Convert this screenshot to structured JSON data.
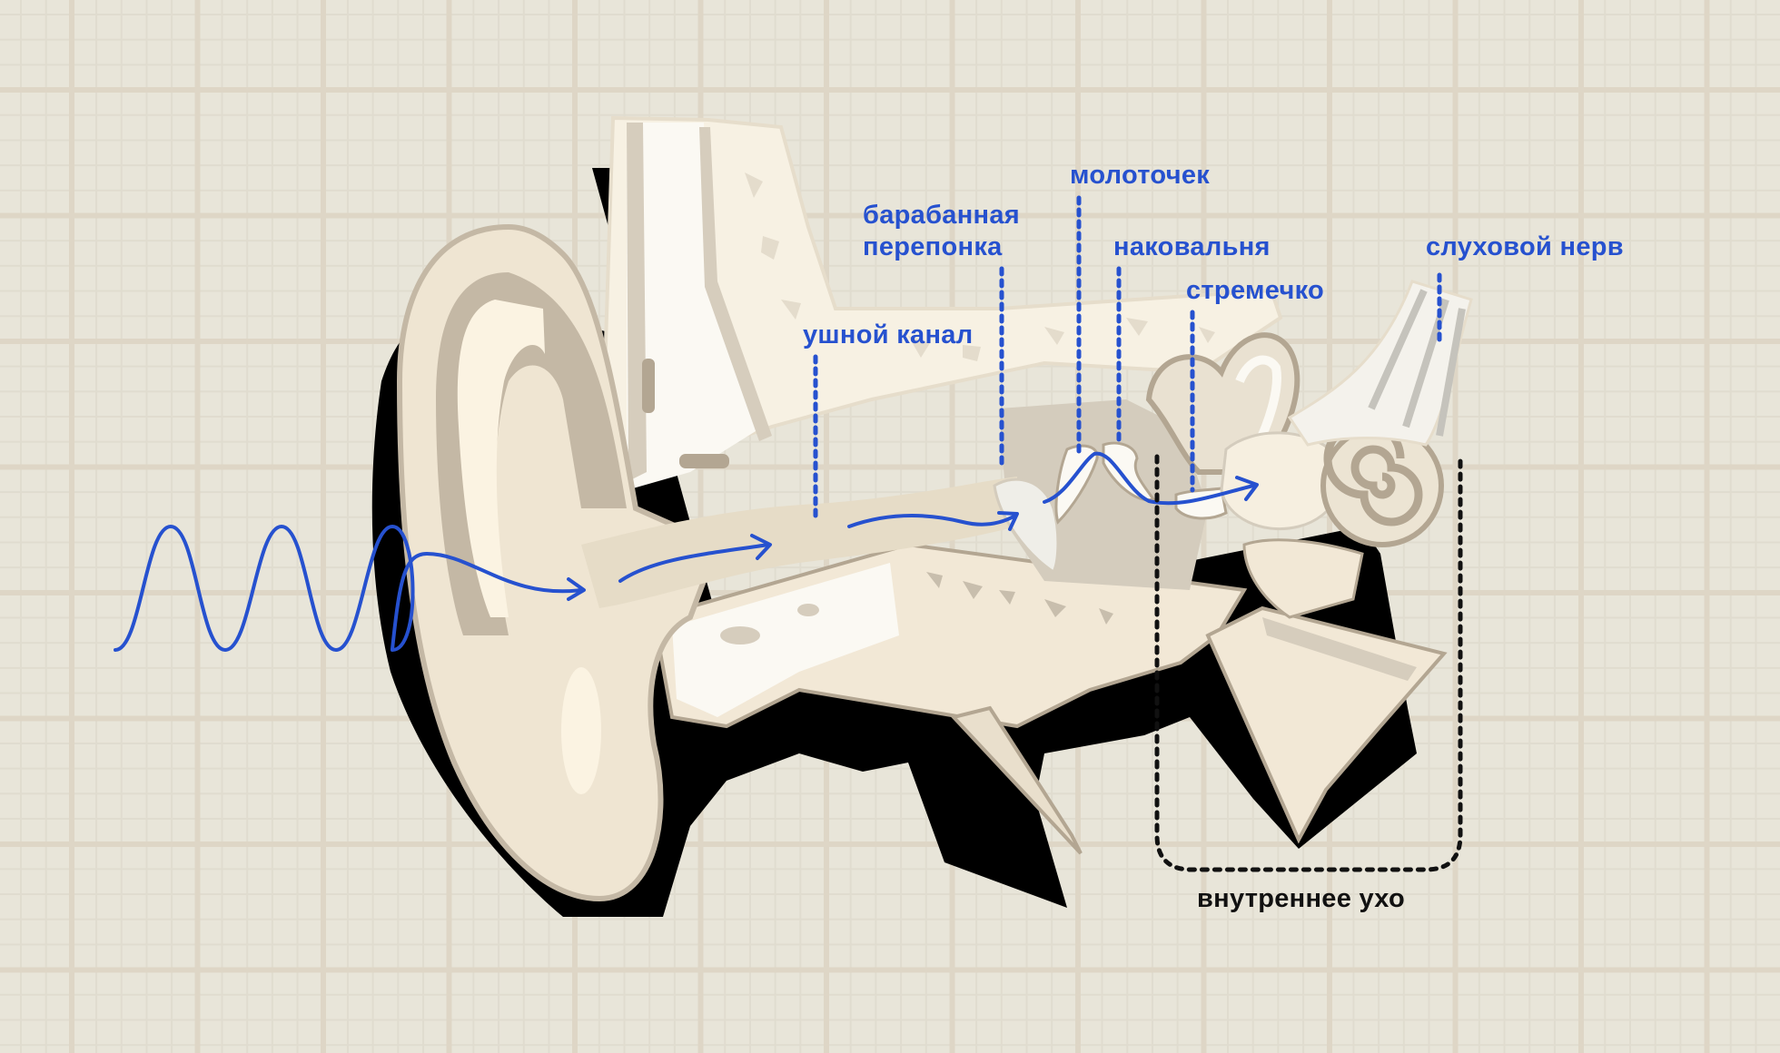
{
  "diagram": {
    "title": "Строение уха",
    "labels": {
      "ear_canal": "ушной канал",
      "eardrum_line1": "барабанная",
      "eardrum_line2": "перепонка",
      "malleus": "молоточек",
      "incus": "наковальня",
      "stapes": "стремечко",
      "auditory_nerve": "слуховой нерв",
      "inner_ear": "внутреннее ухо"
    },
    "colors": {
      "label_blue": "#2651cf",
      "label_dark": "#111111",
      "sound_wave": "#2651cf",
      "background": "#e8e5d9",
      "bone_light": "#f7f1e3",
      "bone_mid": "#d6cdbd",
      "bone_dark": "#b3a692",
      "shadow": "#000000"
    },
    "sound_wave": {
      "cycles": 3
    }
  }
}
